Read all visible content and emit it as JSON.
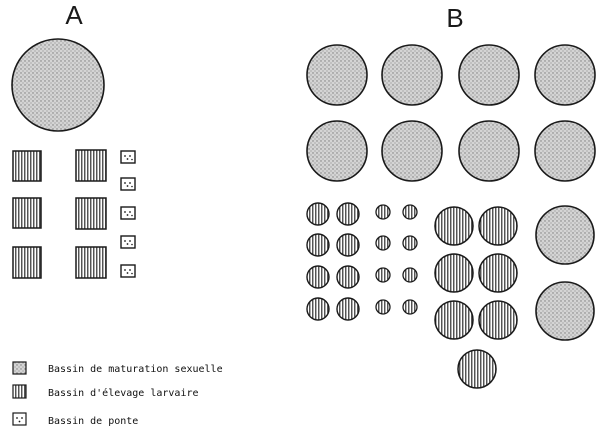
{
  "panels": {
    "a": {
      "letter": "A"
    },
    "b": {
      "letter": "B"
    }
  },
  "legend": {
    "items": [
      {
        "kind": "maturation",
        "label": "Bassin de maturation sexuelle"
      },
      {
        "kind": "larval",
        "label": "Bassin d'élevage larvaire"
      },
      {
        "kind": "spawning",
        "label": "Bassin de ponte"
      }
    ]
  },
  "colors": {
    "stroke": "#1a1a1a",
    "stipple_bg": "#cfcfcf",
    "stipple_dot": "#7a7a7a",
    "hatch": "#1a1a1a"
  }
}
